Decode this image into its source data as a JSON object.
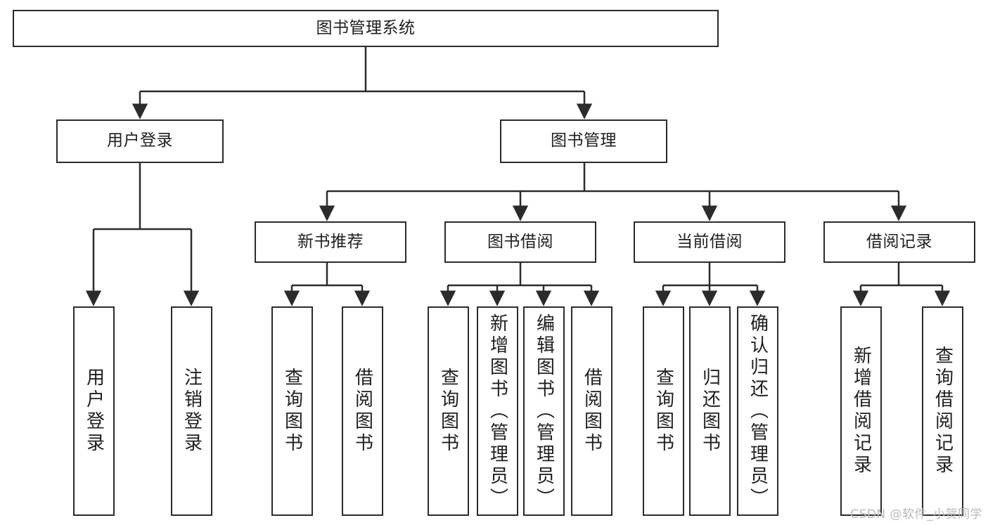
{
  "diagram": {
    "type": "tree-hierarchy",
    "title": "图书管理系统",
    "watermark": "CSDN @软件_小贺同学",
    "colors": {
      "box_border": "#2b2b2b",
      "box_fill": "#ffffff",
      "edge": "#2b2b2b",
      "text": "#1f1f1f",
      "watermark": "#b9b9b9"
    },
    "nodes": {
      "root": {
        "label": "图书管理系统"
      },
      "level1": [
        {
          "id": "user-login",
          "label": "用户登录"
        },
        {
          "id": "book-manage",
          "label": "图书管理"
        }
      ],
      "level2": [
        {
          "id": "new-book-recommend",
          "label": "新书推荐"
        },
        {
          "id": "book-borrow",
          "label": "图书借阅"
        },
        {
          "id": "current-borrow",
          "label": "当前借阅"
        },
        {
          "id": "borrow-record",
          "label": "借阅记录"
        }
      ],
      "leaves": {
        "user-login": [
          {
            "id": "leaf-user-login",
            "label": "用户登录"
          },
          {
            "id": "leaf-logout-login",
            "label": "注销登录"
          }
        ],
        "new-book-recommend": [
          {
            "id": "leaf-query-book-1",
            "label": "查询图书"
          },
          {
            "id": "leaf-borrow-book-1",
            "label": "借阅图书"
          }
        ],
        "book-borrow": [
          {
            "id": "leaf-query-book-2",
            "label": "查询图书"
          },
          {
            "id": "leaf-add-book",
            "label": "新增图书（管理员）"
          },
          {
            "id": "leaf-edit-book",
            "label": "编辑图书（管理员）"
          },
          {
            "id": "leaf-borrow-book-2",
            "label": "借阅图书"
          }
        ],
        "current-borrow": [
          {
            "id": "leaf-query-book-3",
            "label": "查询图书"
          },
          {
            "id": "leaf-return-book",
            "label": "归还图书"
          },
          {
            "id": "leaf-confirm-return",
            "label": "确认归还（管理员）"
          }
        ],
        "borrow-record": [
          {
            "id": "leaf-add-record",
            "label": "新增借阅记录"
          },
          {
            "id": "leaf-query-record",
            "label": "查询借阅记录"
          }
        ]
      }
    }
  }
}
